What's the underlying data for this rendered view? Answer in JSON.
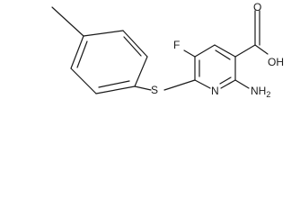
{
  "molecule": {
    "labels": {
      "fluorine": "F",
      "sulfur": "S",
      "ring_nitrogen": "N",
      "amine": "NH2",
      "carbonyl_oxygen": "O",
      "hydroxyl": "OH"
    }
  }
}
